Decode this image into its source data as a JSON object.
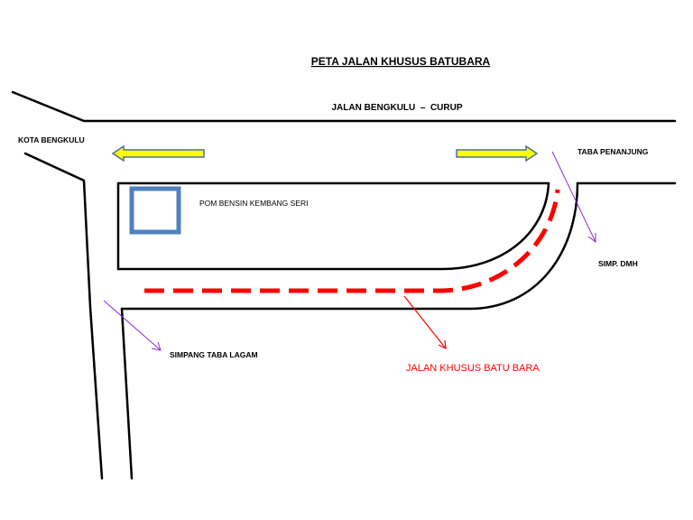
{
  "title": "PETA JALAN KHUSUS BATUBARA",
  "labels": {
    "main_road": "JALAN BENGKULU  –  CURUP",
    "kota_bengkulu": "KOTA BENGKULU",
    "taba_penanjung": "TABA PENANJUNG",
    "pom_bensin": "POM BENSIN KEMBANG SERI",
    "simp_dmh": "SIMP. DMH",
    "simpang_taba_lagam": "SIMPANG TABA LAGAM",
    "jalan_khusus": "JALAN KHUSUS BATU BARA"
  },
  "colors": {
    "road_line": "#000000",
    "direction_arrow_fill": "#ffff00",
    "direction_arrow_stroke": "#4a6fa5",
    "route": "#ff0000",
    "pointer": "#8a2be2",
    "gas_station": "#4f81bd"
  },
  "icons": {
    "direction_left": "arrow-left-icon",
    "direction_right": "arrow-right-icon",
    "gas_station": "square-icon"
  }
}
